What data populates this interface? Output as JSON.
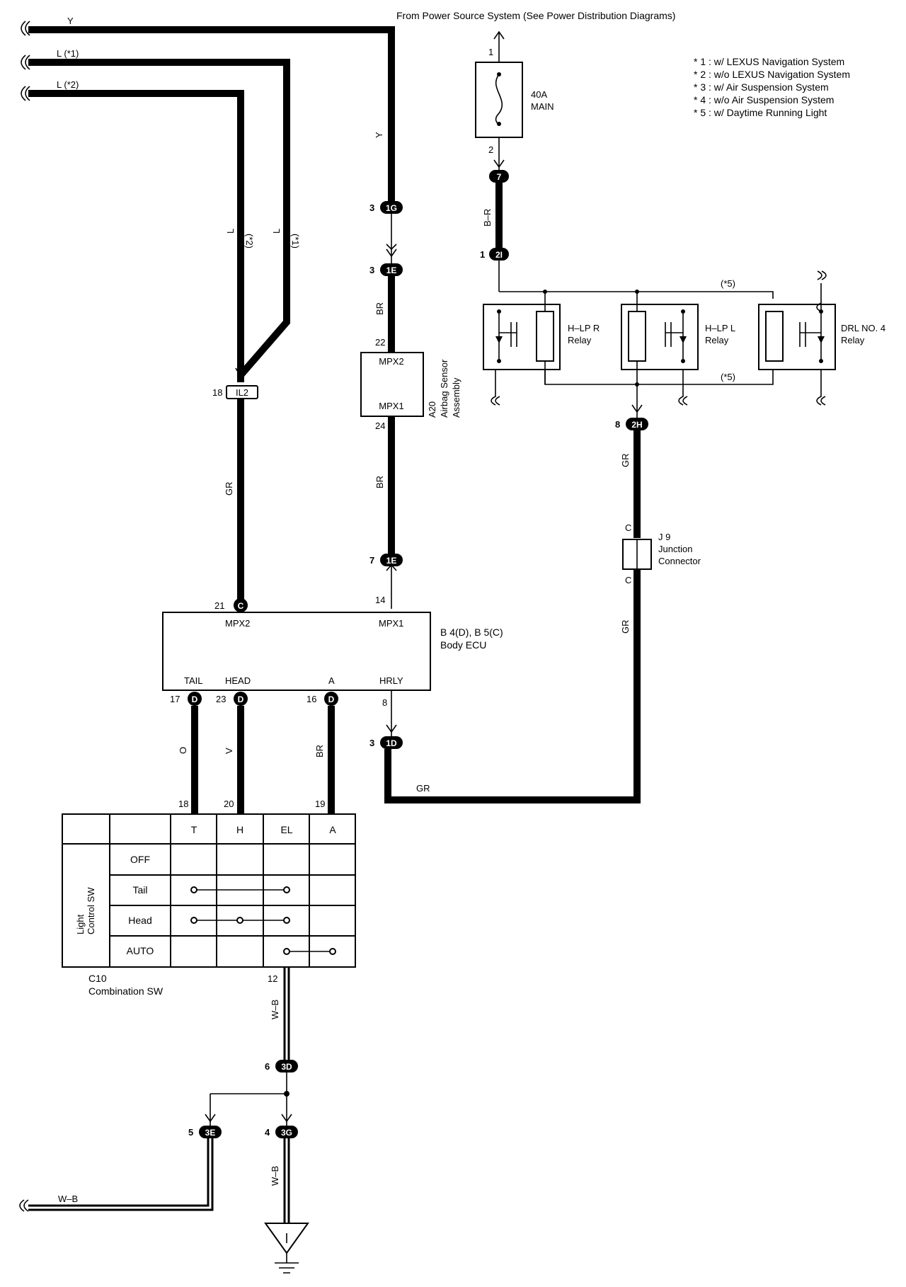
{
  "header": {
    "source": "From Power Source System (See Power Distribution Diagrams)",
    "notes": [
      "* 1 : w/ LEXUS Navigation System",
      "* 2 : w/o LEXUS Navigation System",
      "* 3 : w/ Air Suspension System",
      "* 4 : w/o Air Suspension System",
      "* 5 : w/ Daytime Running Light"
    ]
  },
  "wires": {
    "y": "Y",
    "l1": "L (*1)",
    "l2": "L (*2)",
    "l_v1": "L",
    "l_v1_note": "(*1)",
    "l_v2": "L",
    "l_v2_note": "(*2)",
    "br_top": "BR",
    "br_mid": "BR",
    "gr_left": "GR",
    "br_r": "B–R",
    "gr_j9_top": "GR",
    "gr_j9_bot": "GR",
    "gr_bottom": "GR",
    "o": "O",
    "v": "V",
    "br_a": "BR",
    "wb_down": "W–B",
    "wb_ground": "W–B",
    "wb_left": "W–B"
  },
  "fuse": {
    "label_amp": "40A",
    "label_name": "MAIN",
    "pin_top": "1",
    "pin_bot": "2"
  },
  "connectors": {
    "c7": {
      "id": "7"
    },
    "c1g": {
      "id": "1G",
      "pin": "3"
    },
    "c1e_top": {
      "id": "1E",
      "pin": "3"
    },
    "c2i": {
      "id": "2I",
      "pin": "1"
    },
    "il2": {
      "id": "IL2",
      "pin": "18"
    },
    "c2h": {
      "id": "2H",
      "pin": "8"
    },
    "c1e_bot": {
      "id": "1E",
      "pin": "7"
    },
    "cc": {
      "id": "C",
      "pin": "21"
    },
    "d17": {
      "id": "D",
      "pin": "17"
    },
    "d23": {
      "id": "D",
      "pin": "23"
    },
    "d16": {
      "id": "D",
      "pin": "16"
    },
    "c1d": {
      "id": "1D",
      "pin": "3"
    },
    "c3d": {
      "id": "3D",
      "pin": "6"
    },
    "c3e": {
      "id": "3E",
      "pin": "5"
    },
    "c3g": {
      "id": "3G",
      "pin": "4"
    }
  },
  "relays": {
    "star5_top": "(*5)",
    "star5_bot": "(*5)",
    "r1_line1": "H–LP R",
    "r1_line2": "Relay",
    "r2_line1": "H–LP L",
    "r2_line2": "Relay",
    "r3_line1": "DRL NO. 4",
    "r3_line2": "Relay"
  },
  "airbag": {
    "mpx2": "MPX2",
    "mpx1": "MPX1",
    "pin_top": "22",
    "pin_bot": "24",
    "code": "A20",
    "name1": "Airbag Sensor",
    "name2": "Assembly"
  },
  "junction": {
    "top": "C",
    "bot": "C",
    "code": "J 9",
    "name1": "Junction",
    "name2": "Connector"
  },
  "ecu": {
    "mpx2": "MPX2",
    "mpx1": "MPX1",
    "pin14": "14",
    "code": "B 4(D), B 5(C)",
    "name": "Body ECU",
    "tail": "TAIL",
    "head": "HEAD",
    "a": "A",
    "hrly": "HRLY",
    "pin8": "8"
  },
  "combo": {
    "pin_t": "18",
    "pin_h": "20",
    "pin_a": "19",
    "cols": [
      "T",
      "H",
      "EL",
      "A"
    ],
    "rows": [
      "OFF",
      "Tail",
      "Head",
      "AUTO"
    ],
    "side1": "Light",
    "side2": "Control SW",
    "code": "C10",
    "name": "Combination SW",
    "pin12": "12"
  }
}
